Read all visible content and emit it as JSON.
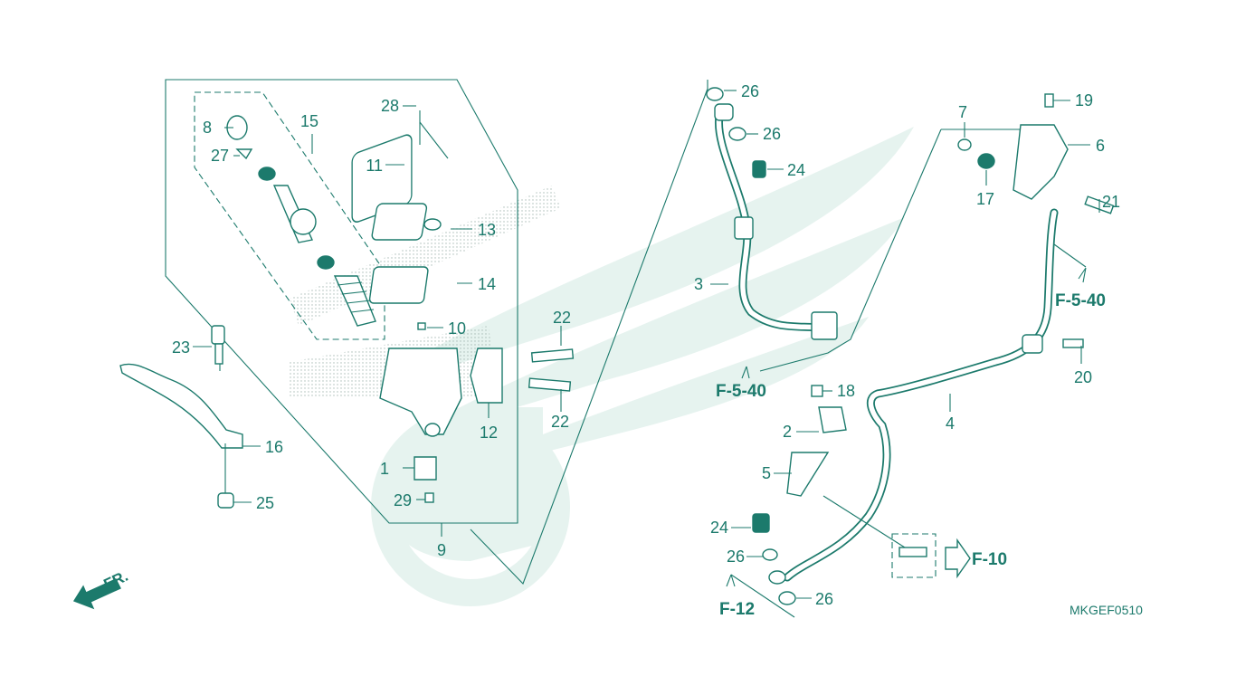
{
  "diagram": {
    "code": "MKGEF0510",
    "front_indicator": "FR.",
    "colors": {
      "ink": "#1c7a6c",
      "watermark": "#e6f3ef",
      "background": "#ffffff"
    },
    "callouts": {
      "c1": "1",
      "c2": "2",
      "c3": "3",
      "c4": "4",
      "c5": "5",
      "c6": "6",
      "c7": "7",
      "c8": "8",
      "c9": "9",
      "c10": "10",
      "c11": "11",
      "c12": "12",
      "c13": "13",
      "c14": "14",
      "c15": "15",
      "c16": "16",
      "c17": "17",
      "c18": "18",
      "c19": "19",
      "c20": "20",
      "c21": "21",
      "c22a": "22",
      "c22b": "22",
      "c23": "23",
      "c24a": "24",
      "c24b": "24",
      "c25": "25",
      "c26a": "26",
      "c26b": "26",
      "c26c": "26",
      "c26d": "26",
      "c27": "27",
      "c28": "28",
      "c29": "29"
    },
    "references": {
      "r1": "F-5-40",
      "r2": "F-5-40",
      "r3": "F-10",
      "r4": "F-12"
    }
  }
}
